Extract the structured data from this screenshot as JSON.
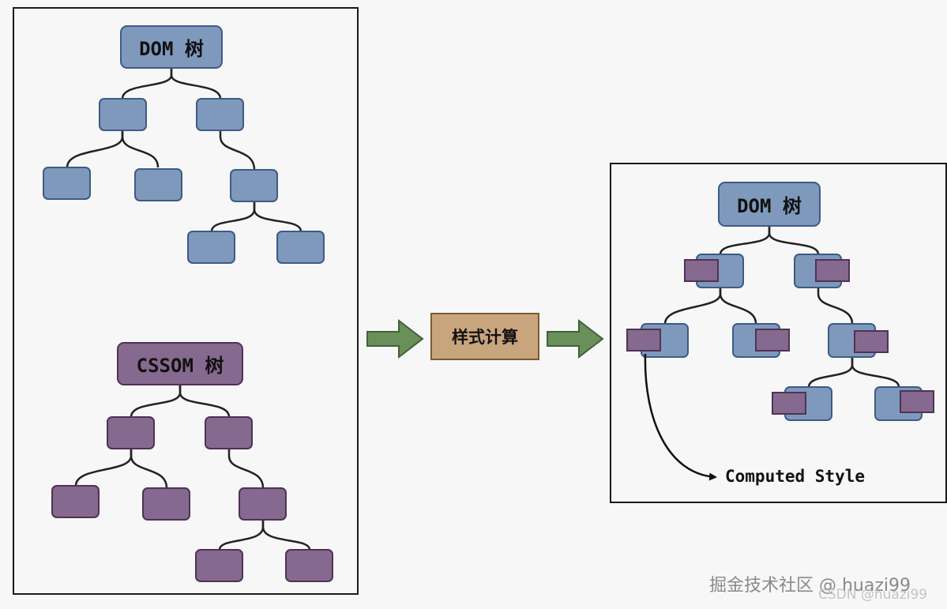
{
  "left_panel": {
    "dom_tree_label": "DOM 树",
    "cssom_tree_label": "CSSOM 树"
  },
  "middle": {
    "process_label": "样式计算"
  },
  "right_panel": {
    "dom_tree_label": "DOM 树",
    "computed_style_label": "Computed Style"
  },
  "watermarks": {
    "primary": "掘金技术社区 @ huazi99",
    "secondary": "CSDN @huazi99"
  },
  "colors": {
    "dom_fill": "#7f99bc",
    "dom_stroke": "#3d5b85",
    "cssom_fill": "#86698f",
    "cssom_stroke": "#4f3257",
    "arrow_fill": "#6b8f5a",
    "arrow_stroke": "#3f6236",
    "calc_fill": "#c9a57e"
  }
}
